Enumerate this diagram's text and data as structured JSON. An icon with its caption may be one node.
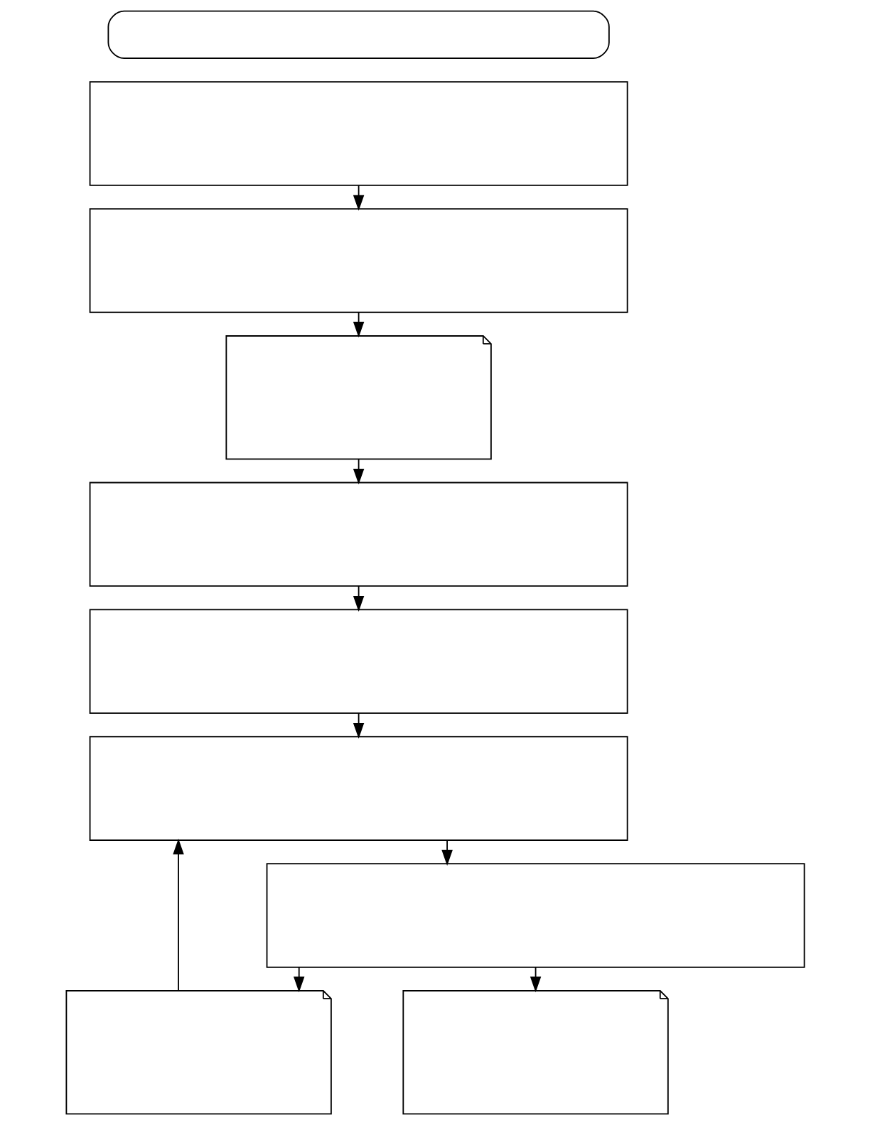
{
  "diagram": {
    "nodes": [
      {
        "text": [],
        "shape": "box"
      },
      {
        "text": [],
        "shape": "box"
      },
      {
        "text": [],
        "shape": "box"
      },
      {
        "text": [],
        "shape": "note"
      },
      {
        "text": [],
        "shape": "box"
      },
      {
        "text": [],
        "shape": "box"
      },
      {
        "text": [],
        "shape": "box"
      },
      {
        "text": [],
        "shape": "note"
      },
      {
        "text": [],
        "shape": "note"
      },
      {
        "text": [],
        "shape": "box"
      }
    ],
    "edges": [
      {
        "from": 1,
        "to": 2,
        "arrow": "to"
      },
      {
        "from": 2,
        "to": 3,
        "arrow": "to"
      },
      {
        "from": 3,
        "to": 4,
        "arrow": "to"
      },
      {
        "from": 4,
        "to": 5,
        "arrow": "to"
      },
      {
        "from": 5,
        "to": 6,
        "arrow": "to"
      },
      {
        "from": 7,
        "to": 6,
        "arrow": "to"
      },
      {
        "from": 6,
        "to": 9,
        "arrow": "to"
      },
      {
        "from": 9,
        "to": 8,
        "arrow": "to"
      },
      {
        "from": 9,
        "to": 7,
        "arrow": "to"
      }
    ]
  }
}
